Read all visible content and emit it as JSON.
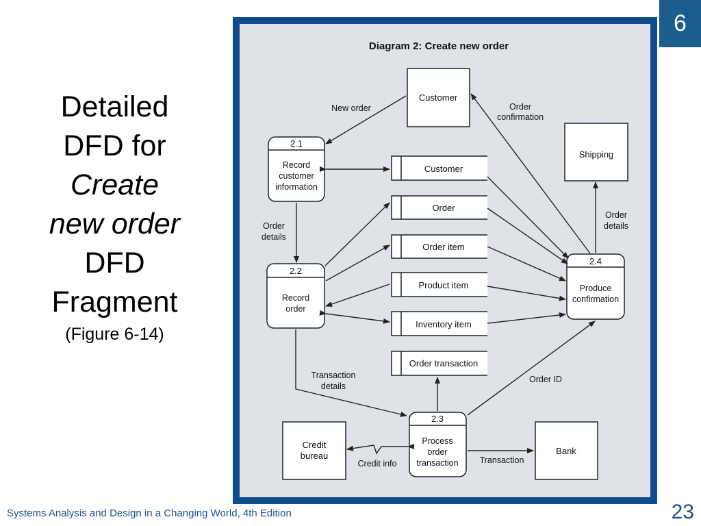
{
  "chapter_badge": "6",
  "slide_title": {
    "line1": "Detailed",
    "line2": "DFD for",
    "line3_italic": "Create",
    "line4_italic": "new order",
    "line5": "DFD",
    "line6": "Fragment",
    "caption": "(Figure 6-14)"
  },
  "diagram": {
    "title": "Diagram 2: Create new order",
    "entities": {
      "customer": "Customer",
      "shipping": "Shipping",
      "credit_bureau_line1": "Credit",
      "credit_bureau_line2": "bureau",
      "bank": "Bank"
    },
    "processes": {
      "p21": {
        "id": "2.1",
        "line1": "Record",
        "line2": "customer",
        "line3": "information"
      },
      "p22": {
        "id": "2.2",
        "line1": "Record",
        "line2": "order"
      },
      "p23": {
        "id": "2.3",
        "line1": "Process",
        "line2": "order",
        "line3": "transaction"
      },
      "p24": {
        "id": "2.4",
        "line1": "Produce",
        "line2": "confirmation"
      }
    },
    "stores": {
      "customer": "Customer",
      "order": "Order",
      "order_item": "Order item",
      "product_item": "Product item",
      "inventory_item": "Inventory item",
      "order_transaction": "Order transaction"
    },
    "flows": {
      "new_order": "New order",
      "order_confirmation_line1": "Order",
      "order_confirmation_line2": "confirmation",
      "order_details_left_line1": "Order",
      "order_details_left_line2": "details",
      "order_details_right_line1": "Order",
      "order_details_right_line2": "details",
      "transaction_details_line1": "Transaction",
      "transaction_details_line2": "details",
      "order_id": "Order ID",
      "credit_info": "Credit info",
      "transaction": "Transaction"
    }
  },
  "footer": "Systems Analysis and Design in a Changing World, 4th Edition",
  "page_number": "23",
  "colors": {
    "badge": "#1b5e8e",
    "frame": "#0e4c8c",
    "diagram_bg": "#dfe3e8",
    "footer_text": "#1b4f8a"
  }
}
